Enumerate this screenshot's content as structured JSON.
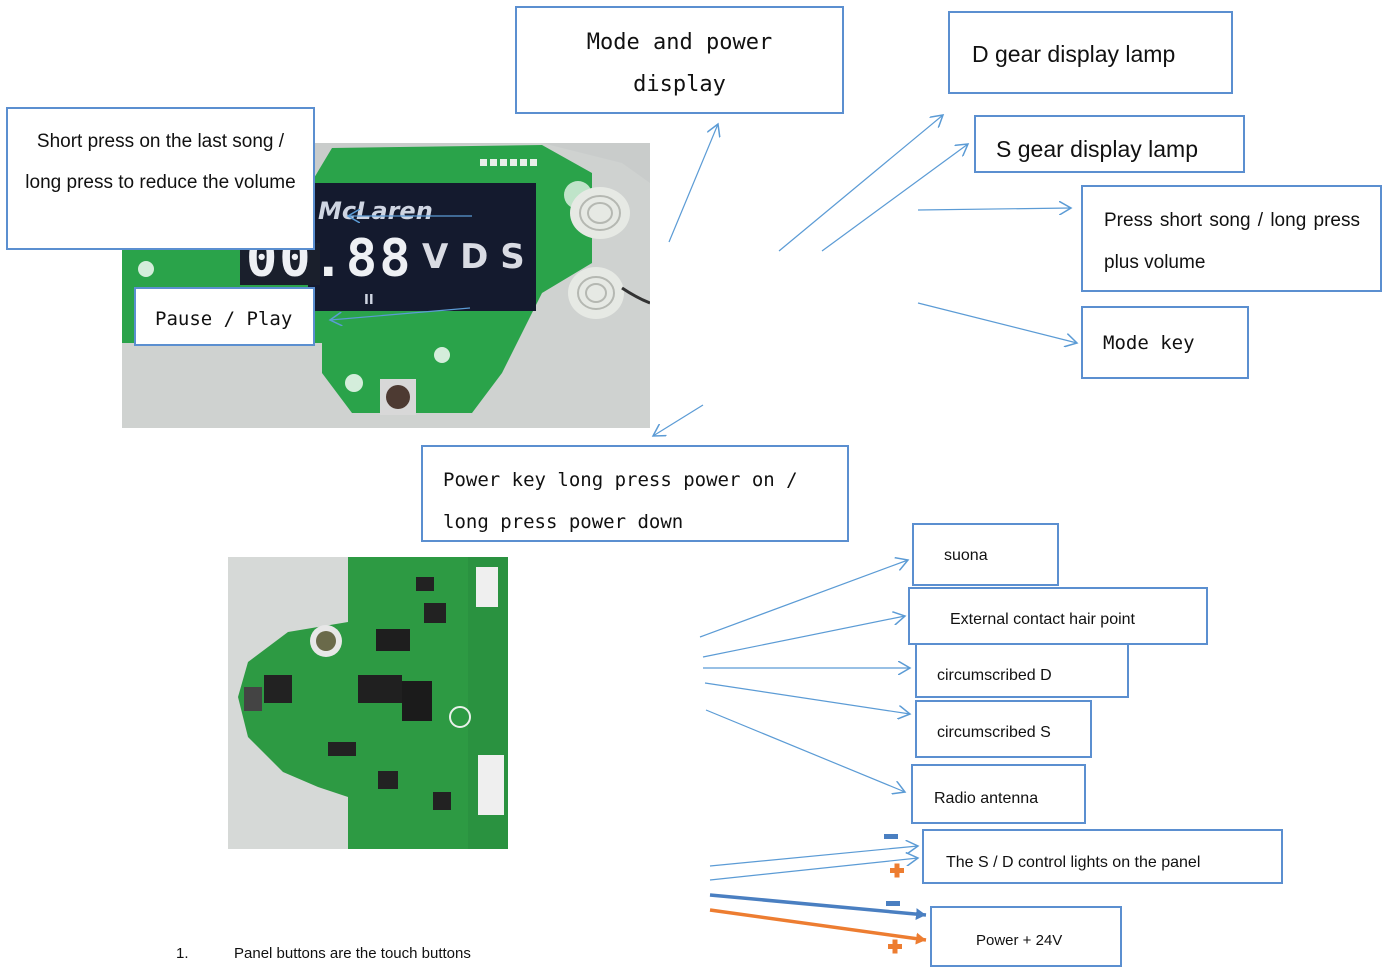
{
  "labels": {
    "mode_power": "Mode and power display",
    "d_gear": "D gear display lamp",
    "s_gear": "S gear display lamp",
    "short_press_last": "Short press on the last song / long press to reduce the volume",
    "press_short_song": "Press short song / long press plus volume",
    "pause_play": "Pause / Play",
    "mode_key": "Mode key",
    "power_key": "Power key long press power on / long press power down",
    "suona": "suona",
    "external_contact": "External contact hair point",
    "circ_d": "circumscribed D",
    "circ_s": "circumscribed S",
    "radio": "Radio antenna",
    "sd_control": "The S / D control lights on the panel",
    "power24": "Power + 24V"
  },
  "display": {
    "brand": "McLaren",
    "digits": "00.88",
    "letters": "V D S",
    "pause_glyph": "II"
  },
  "note": {
    "number": "1.",
    "text": "Panel buttons are the touch buttons"
  },
  "colors": {
    "box_border": "#5b8fd0",
    "arrow": "#5b9bd5",
    "orange": "#ed7d31",
    "pcb": "#2aa34a"
  }
}
